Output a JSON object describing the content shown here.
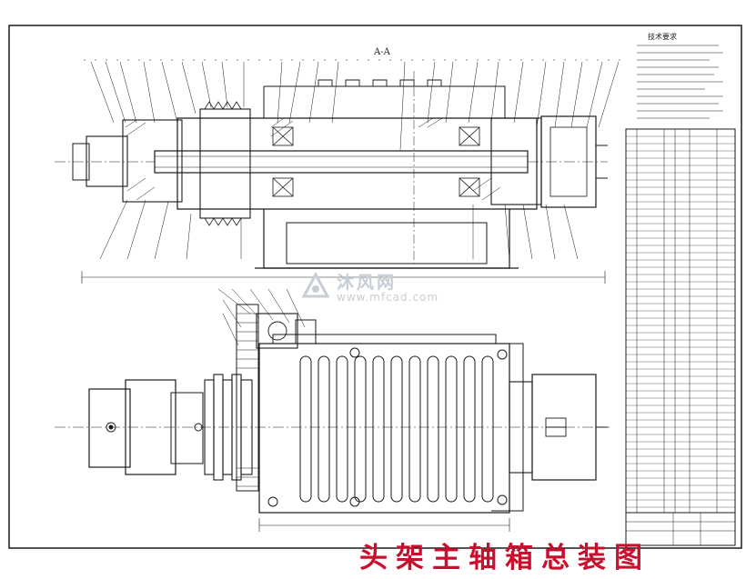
{
  "section_label": "A-A",
  "notes_title": "技术要求",
  "caption": "头架主轴箱总装图",
  "watermark": {
    "brand": "沐风网",
    "url": "www.mfcad.com"
  },
  "colors": {
    "line": "#1a1a1a",
    "caption": "#c8102e",
    "watermark": "#c8ced6"
  }
}
